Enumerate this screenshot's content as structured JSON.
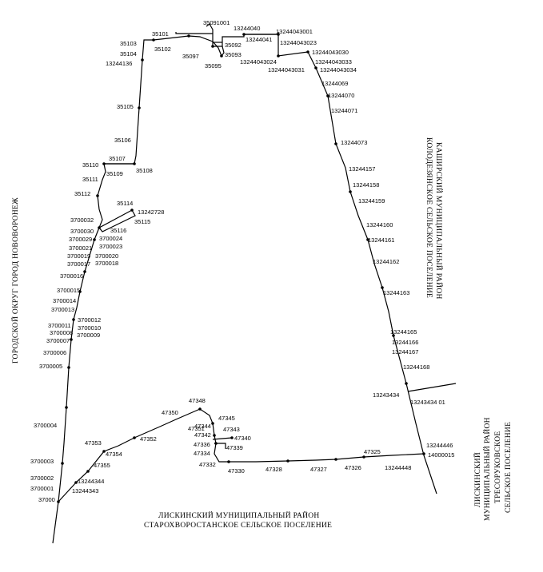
{
  "regions": {
    "west_line1": "ГОРОДСКОЙ ОКРУГ ГОРОД НОВОВОРОНЕЖ",
    "east_line1": "КАШИРСКИЙ МУНИЦИПАЛЬНЫЙ РАЙОН",
    "east_line2": "КОЛОДЕЗЯНСКОЕ СЕЛЬСКОЕ ПОСЕЛЕНИЕ",
    "south_line1": "ЛИСКИНСКИЙ МУНИЦИПАЛЬНЫЙ РАЙОН",
    "south_line2": "СТАРОХВОРОСТАНСКОЕ СЕЛЬСКОЕ ПОСЕЛЕНИЕ",
    "se_line1": "ЛИСКИНСКИЙ",
    "se_line2": "МУНИЦИПАЛЬНЫЙ РАЙОН",
    "se_line3": "ТРЕСОРУКОВСКОЕ",
    "se_line4": "СЕЛЬСКОЕ ПОСЕЛЕНИЕ"
  },
  "points": [
    "35091001",
    "35101",
    "13244040",
    "13244043001",
    "13244041",
    "13244043023",
    "35092",
    "35093",
    "35095",
    "35097",
    "35102",
    "35103",
    "35104",
    "13244136",
    "13244043024",
    "13244043031",
    "13244043030",
    "13244043033",
    "13244043034",
    "13244069",
    "13244070",
    "13244071",
    "35105",
    "35106",
    "13244073",
    "35107",
    "35108",
    "35109",
    "35110",
    "35111",
    "13244157",
    "13244158",
    "35112",
    "13244159",
    "35114",
    "13242728",
    "35115",
    "3700032",
    "35116",
    "3700030",
    "3700029",
    "3700024",
    "3700023",
    "3700021",
    "3700019",
    "3700020",
    "3700017",
    "3700018",
    "13244160",
    "13244161",
    "13244162",
    "3700016",
    "13244163",
    "3700015",
    "3700014",
    "3700013",
    "3700011",
    "3700012",
    "3700008",
    "3700010",
    "3700007",
    "3700009",
    "13244165",
    "13244166",
    "13244167",
    "3700006",
    "3700005",
    "13244168",
    "13243434",
    "13243434 01",
    "3700004",
    "47348",
    "47350",
    "47351",
    "47345",
    "47344",
    "47343",
    "47342",
    "47340",
    "47336",
    "47339",
    "47334",
    "47352",
    "47353",
    "47354",
    "47355",
    "47332",
    "47330",
    "47328",
    "47327",
    "47326",
    "47325",
    "13244446",
    "14000015",
    "13244448",
    "3700003",
    "3700002",
    "13244344",
    "3700001",
    "13244343",
    "37000"
  ]
}
